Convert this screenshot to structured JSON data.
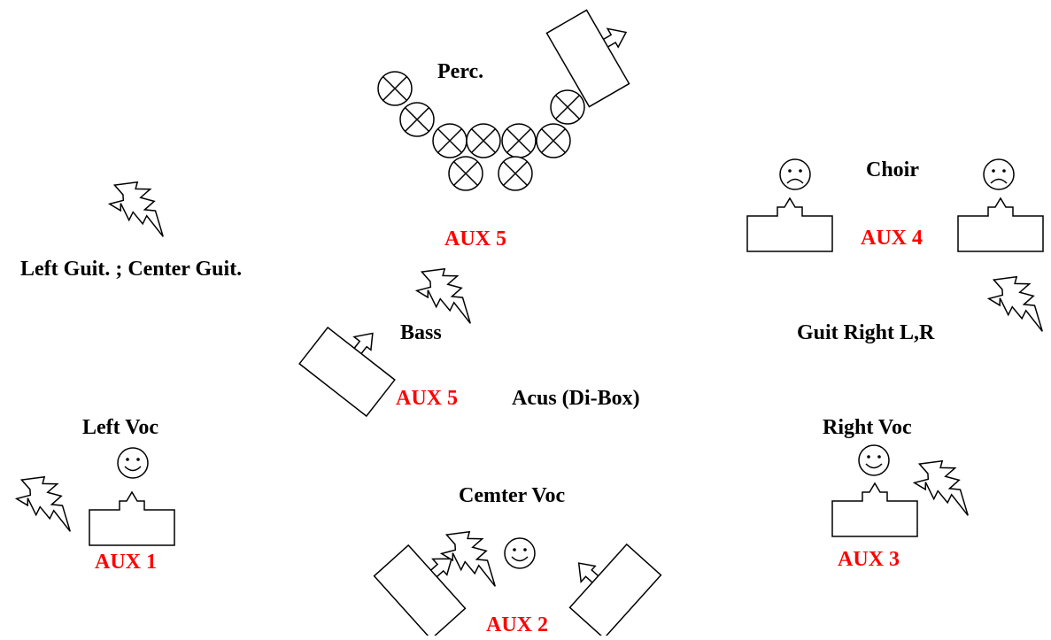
{
  "colors": {
    "aux": "#ff0000",
    "text": "#000000",
    "stroke": "#000000",
    "background": "#ffffff"
  },
  "labels": {
    "perc": "Perc.",
    "choir": "Choir",
    "guitars_left_center": "Left Guit. ; Center Guit.",
    "bass": "Bass",
    "guit_right": "Guit Right L,R",
    "acus": "Acus  (Di-Box)",
    "left_voc": "Left Voc",
    "right_voc": "Right Voc",
    "center_voc": "Cemter Voc"
  },
  "aux": {
    "perc": "AUX 5",
    "choir": "AUX 4",
    "bass": "AUX 5",
    "left": "AUX 1",
    "center": "AUX 2",
    "right": "AUX 3"
  },
  "icons": {
    "drum": "drum-icon",
    "monitor": "monitor-wedge-icon",
    "amp": "amplifier-icon",
    "di_bolt": "lightning-bolt-icon",
    "happy": "smiley-face-icon",
    "sad": "sad-face-icon"
  }
}
